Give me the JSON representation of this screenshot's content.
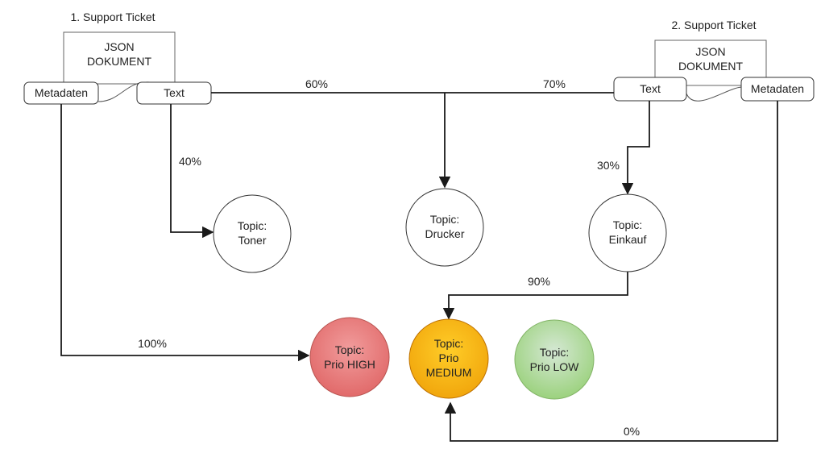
{
  "tickets": [
    {
      "title": "1. Support Ticket",
      "document_label": [
        "JSON",
        "DOKUMENT"
      ],
      "metadata_label": "Metadaten",
      "text_label": "Text"
    },
    {
      "title": "2. Support Ticket",
      "document_label": [
        "JSON",
        "DOKUMENT"
      ],
      "metadata_label": "Metadaten",
      "text_label": "Text"
    }
  ],
  "topics": [
    {
      "id": "toner",
      "lines": [
        "Topic:",
        "Toner"
      ]
    },
    {
      "id": "drucker",
      "lines": [
        "Topic:",
        "Drucker"
      ]
    },
    {
      "id": "einkauf",
      "lines": [
        "Topic:",
        "Einkauf"
      ]
    }
  ],
  "priorities": [
    {
      "id": "high",
      "lines": [
        "Topic:",
        "Prio HIGH"
      ],
      "fill": "#e06666",
      "stroke": "#b85450"
    },
    {
      "id": "medium",
      "lines": [
        "Topic:",
        "Prio",
        "MEDIUM"
      ],
      "fill": "#f0a30a",
      "stroke": "#bd7000"
    },
    {
      "id": "low",
      "lines": [
        "Topic:",
        "Prio LOW"
      ],
      "fill": "#8dc97a",
      "stroke": "#82b366"
    }
  ],
  "edges": [
    {
      "id": "t1-drucker",
      "label": "60%"
    },
    {
      "id": "t2-drucker",
      "label": "70%"
    },
    {
      "id": "t1-toner",
      "label": "40%"
    },
    {
      "id": "t2-einkauf",
      "label": "30%"
    },
    {
      "id": "einkauf-medium",
      "label": "90%"
    },
    {
      "id": "meta1-high",
      "label": "100%"
    },
    {
      "id": "meta2-medium",
      "label": "0%"
    }
  ]
}
